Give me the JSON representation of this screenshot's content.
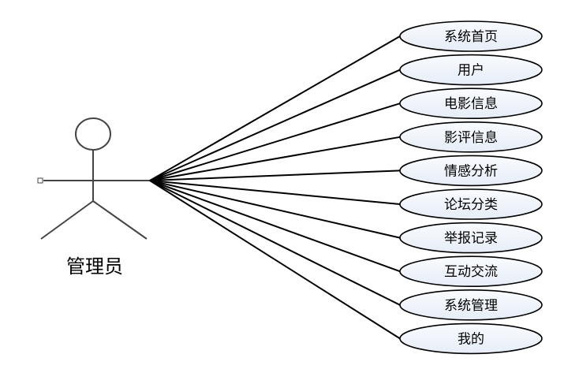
{
  "actor": {
    "name": "管理员"
  },
  "use_cases": [
    {
      "label": "系统首页"
    },
    {
      "label": "用户"
    },
    {
      "label": "电影信息"
    },
    {
      "label": "影评信息"
    },
    {
      "label": "情感分析"
    },
    {
      "label": "论坛分类"
    },
    {
      "label": "举报记录"
    },
    {
      "label": "互动交流"
    },
    {
      "label": "系统管理"
    },
    {
      "label": "我的"
    }
  ],
  "colors": {
    "ellipse_fill": "#eef3fa",
    "ellipse_stroke": "#000000",
    "line": "#000000",
    "actor": "#444444"
  }
}
